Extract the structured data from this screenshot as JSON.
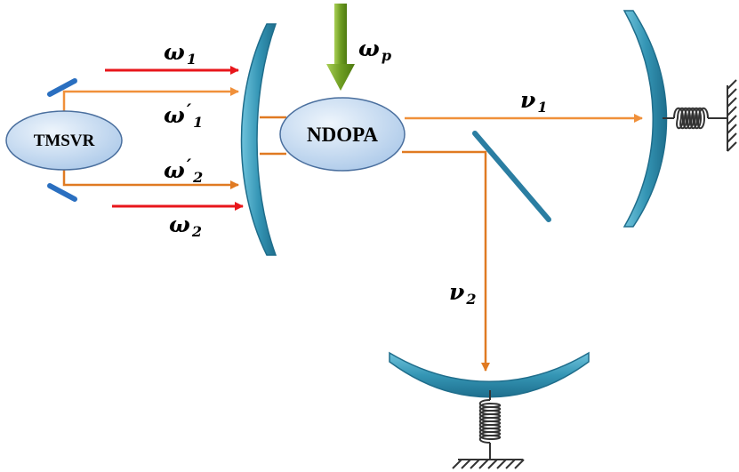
{
  "nodes": {
    "tmsvr": "TMSVR",
    "ndopa": "NDOPA"
  },
  "labels": {
    "omega1": {
      "base": "ω",
      "sub": "1"
    },
    "omega1p": {
      "base": "ω",
      "prime": "′",
      "sub": "1"
    },
    "omega2p": {
      "base": "ω",
      "prime": "′",
      "sub": "2"
    },
    "omega2": {
      "base": "ω",
      "sub": "2"
    },
    "omegap": {
      "base": "ω",
      "sub": "p"
    },
    "nu1": {
      "base": "ν",
      "sub": "1"
    },
    "nu2": {
      "base": "ν",
      "sub": "2"
    }
  },
  "colors": {
    "red_beam": "#e8161b",
    "orange_beam": "#f0903a",
    "dark_orange_beam": "#e07a22",
    "pump_arrow": "#7aa82a",
    "mirror": "#3a9ab8",
    "node_fill": "#c7dcf2",
    "node_stroke": "#4a6f9e"
  }
}
